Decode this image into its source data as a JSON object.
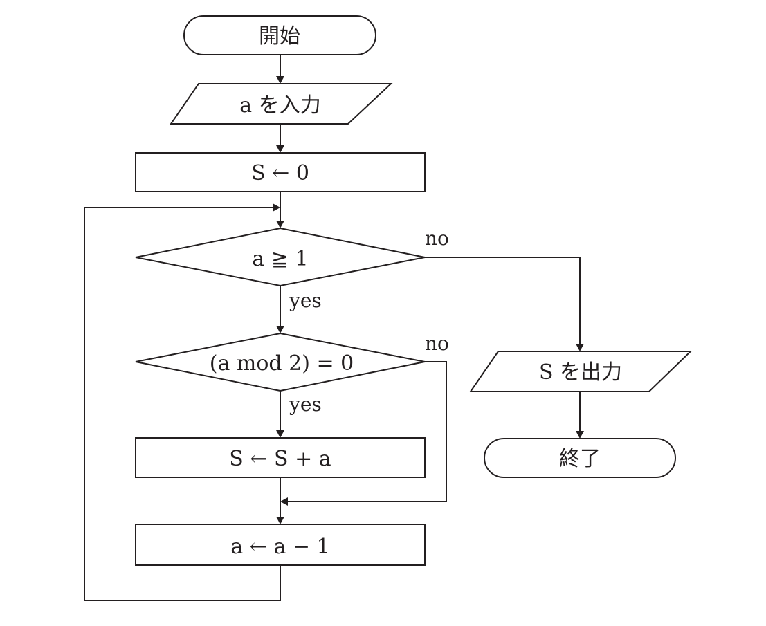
{
  "nodes": {
    "start": "開始",
    "input": "a を入力",
    "init": "S ← 0",
    "cond1": "a ≧ 1",
    "cond2": "(a mod 2) = 0",
    "add": "S ← S + a",
    "dec": "a ← a − 1",
    "output": "S を出力",
    "end": "終了"
  },
  "branches": {
    "cond1_yes": "yes",
    "cond1_no": "no",
    "cond2_yes": "yes",
    "cond2_no": "no"
  }
}
